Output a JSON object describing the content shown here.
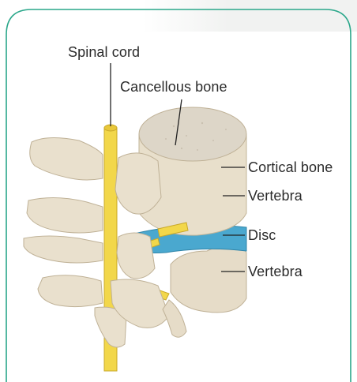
{
  "labels": {
    "spinal_cord": "Spinal cord",
    "cancellous_bone": "Cancellous bone",
    "cortical_bone": "Cortical bone",
    "vertebra_upper": "Vertebra",
    "disc": "Disc",
    "vertebra_lower": "Vertebra"
  },
  "colors": {
    "frame": "#2aa78a",
    "bone": "#e9e0cd",
    "bone_shadow": "#c9bba0",
    "cancellous": "#ddd6c9",
    "disc": "#4aa8cf",
    "nerve": "#f2d74a"
  }
}
